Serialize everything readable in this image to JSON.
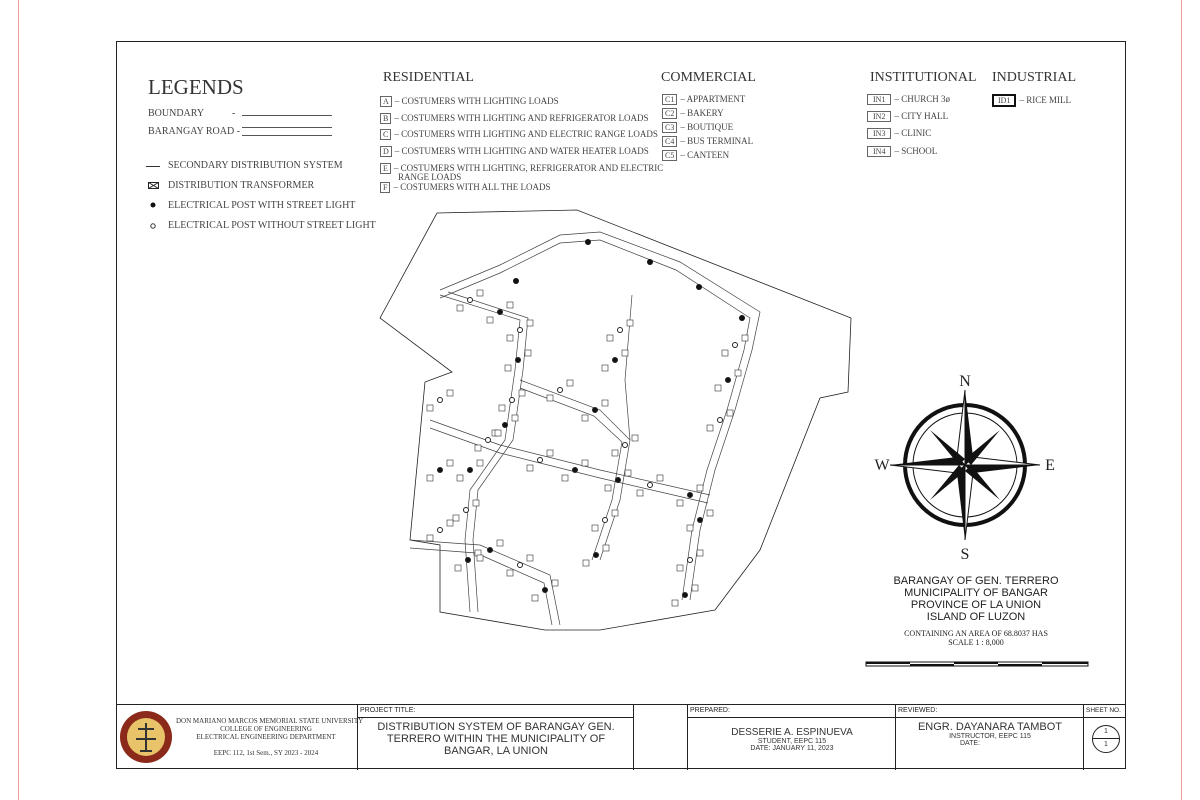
{
  "legends": {
    "title": "LEGENDS",
    "boundary": "BOUNDARY",
    "barangay_road": "BARANGAY ROAD -",
    "secondary": "SECONDARY DISTRIBUTION SYSTEM",
    "transformer": "DISTRIBUTION TRANSFORMER",
    "post_light": "ELECTRICAL POST WITH STREET LIGHT",
    "post_nolight": "ELECTRICAL POST WITHOUT STREET LIGHT"
  },
  "residential": {
    "title": "RESIDENTIAL",
    "items": [
      {
        "code": "A",
        "label": "– COSTUMERS WITH LIGHTING  LOADS"
      },
      {
        "code": "B",
        "label": "– COSTUMERS WITH LIGHTING  AND REFRIGERATOR LOADS"
      },
      {
        "code": "C",
        "label": "– COSTUMERS WITH LIGHTING AND ELECTRIC RANGE  LOADS"
      },
      {
        "code": "D",
        "label": "– COSTUMERS WITH LIGHTING AND WATER HEATER LOADS"
      },
      {
        "code": "E",
        "label": "– COSTUMERS WITH LIGHTING, REFRIGERATOR AND ELECTRIC",
        "label2": "RANGE LOADS"
      },
      {
        "code": "F",
        "label": "– COSTUMERS WITH ALL THE  LOADS"
      }
    ]
  },
  "commercial": {
    "title": "COMMERCIAL",
    "items": [
      {
        "code": "C1",
        "label": "– APPARTMENT"
      },
      {
        "code": "C2",
        "label": "– BAKERY"
      },
      {
        "code": "C3",
        "label": "– BOUTIQUE"
      },
      {
        "code": "C4",
        "label": "– BUS TERMINAL"
      },
      {
        "code": "C5",
        "label": "– CANTEEN"
      }
    ]
  },
  "institutional": {
    "title": "INSTITUTIONAL",
    "items": [
      {
        "code": "IN1",
        "label": "– CHURCH 3ø"
      },
      {
        "code": "IN2",
        "label": "– CITY HALL"
      },
      {
        "code": "IN3",
        "label": "– CLINIC"
      },
      {
        "code": "IN4",
        "label": "–  SCHOOL"
      }
    ]
  },
  "industrial": {
    "title": "INDUSTRIAL",
    "items": [
      {
        "code": "ID1",
        "label": "– RICE MILL"
      }
    ]
  },
  "compass": {
    "n": "N",
    "s": "S",
    "e": "E",
    "w": "W"
  },
  "location": {
    "line1": "BARANGAY OF GEN. TERRERO",
    "line2": "MUNICIPALITY OF BANGAR",
    "line3": "PROVINCE OF LA UNION",
    "line4": "ISLAND OF LUZON",
    "area": "CONTAINING AN AREA OF 68.8037 HAS",
    "scale": "SCALE 1 : 8,000"
  },
  "title_block": {
    "university": "DON MARIANO MARCOS MEMORIAL STATE UNIVERSITY",
    "college": "COLLEGE OF ENGINEERING",
    "department": "ELECTRICAL ENGINEERING DEPARTMENT",
    "course": "EEPC 112, 1st Sem., SY 2023 - 2024",
    "project_caption": "PROJECT TITLE:",
    "project_title_1": "DISTRIBUTION SYSTEM OF BARANGAY GEN.",
    "project_title_2": "TERRERO WITHIN THE MUNICIPALITY OF",
    "project_title_3": "BANGAR, LA UNION",
    "prepared_caption": "PREPARED:",
    "prepared_name": "DESSERIE A. ESPINUEVA",
    "prepared_role": "STUDENT, EEPC 115",
    "prepared_date": "DATE: JANUARY 11, 2023",
    "reviewed_caption": "REVIEWED:",
    "reviewed_name": "ENGR. DAYANARA TAMBOT",
    "reviewed_role": "INSTRUCTOR, EEPC 115",
    "reviewed_date": "DATE:",
    "sheet_caption": "SHEET NO.",
    "sheet_num": "1",
    "sheet_total": "1"
  }
}
